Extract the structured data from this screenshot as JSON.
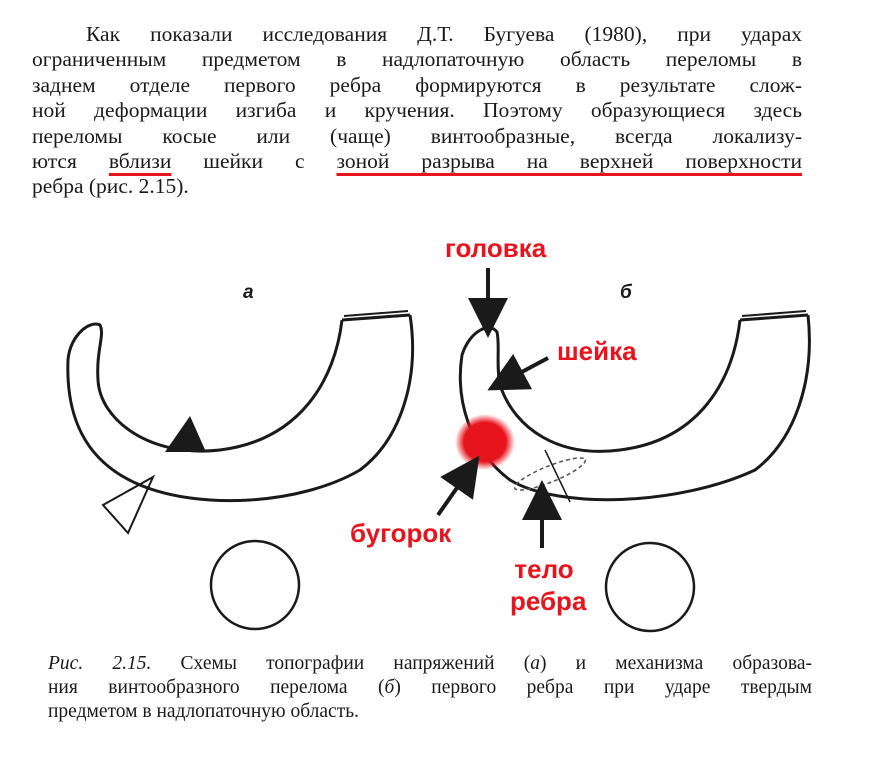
{
  "paragraph": {
    "lines": [
      "Как показали исследования Д.Т. Бугуева (1980), при ударах",
      "ограниченным предметом в надлопаточную область переломы в",
      "заднем отделе первого ребра формируются в результате слож-",
      "ной деформации изгиба и кручения. Поэтому образующиеся здесь",
      "переломы косые или (чаще) винтообразные, всегда локализу-"
    ],
    "line6_pre": "ются ",
    "line6_hl1": "вблизи",
    "line6_mid": " шейки с ",
    "line6_hl2": "зоной разрыва на верхней поверхности",
    "line7": "ребра (рис. 2.15)."
  },
  "figure": {
    "panel_a": "а",
    "panel_b": "б",
    "annotations": {
      "head": "головка",
      "neck": "шейка",
      "tubercle": "бугорок",
      "body_line1": "тело",
      "body_line2": "ребра"
    },
    "colors": {
      "annotation": "#e8141d",
      "ink": "#1a1a1a"
    }
  },
  "caption": {
    "label": "Рис. 2.15.",
    "line1_a": " Схемы топографии напряжений (",
    "line1_a_letter": "а",
    "line1_b": ") и механизма образова-",
    "line2_a": "ния винтообразного перелома (",
    "line2_b_letter": "б",
    "line2_b": ") первого ребра при ударе твердым",
    "line3": "предметом в надлопаточную область."
  }
}
